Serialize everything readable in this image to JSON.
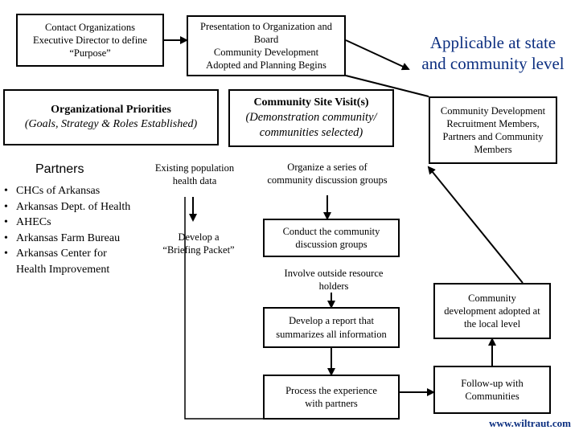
{
  "boxes": {
    "contact": [
      "Contact Organizations",
      "Executive Director to define",
      "“Purpose”"
    ],
    "presentation": [
      "Presentation to Organization and",
      "Board",
      "Community Development",
      "Adopted and Planning Begins"
    ],
    "priorities_title": "Organizational Priorities",
    "priorities_sub": "(Goals, Strategy & Roles Established)",
    "site_visit_title": "Community Site Visit(s)",
    "site_visit_sub": [
      "(Demonstration community/",
      "communities selected)"
    ],
    "existing": [
      "Existing population",
      "health data"
    ],
    "briefing": [
      "Develop a",
      "“Briefing Packet”"
    ],
    "organize": [
      "Organize a series of",
      "community discussion groups"
    ],
    "conduct": [
      "Conduct the community",
      "discussion groups"
    ],
    "involve": [
      "Involve outside resource",
      "holders"
    ],
    "report": [
      "Develop a report that",
      "summarizes all information"
    ],
    "process": [
      "Process the experience",
      "with  partners"
    ],
    "recruitment": [
      "Community  Development",
      "Recruitment Members,",
      "Partners and Community",
      "Members"
    ],
    "adopted": [
      "Community",
      "development adopted at",
      "the local level"
    ],
    "followup": [
      "Follow-up with",
      "Communities"
    ]
  },
  "applicable": [
    "Applicable at state",
    "and community level"
  ],
  "partners": {
    "title": "Partners",
    "items": [
      "CHCs of Arkansas",
      "Arkansas Dept. of Health",
      "AHECs",
      "Arkansas Farm Bureau",
      "Arkansas Center for",
      "Health Improvement"
    ]
  },
  "url": "www.wiltraut.com",
  "colors": {
    "accent": "#0c2f80",
    "line": "#000000"
  }
}
